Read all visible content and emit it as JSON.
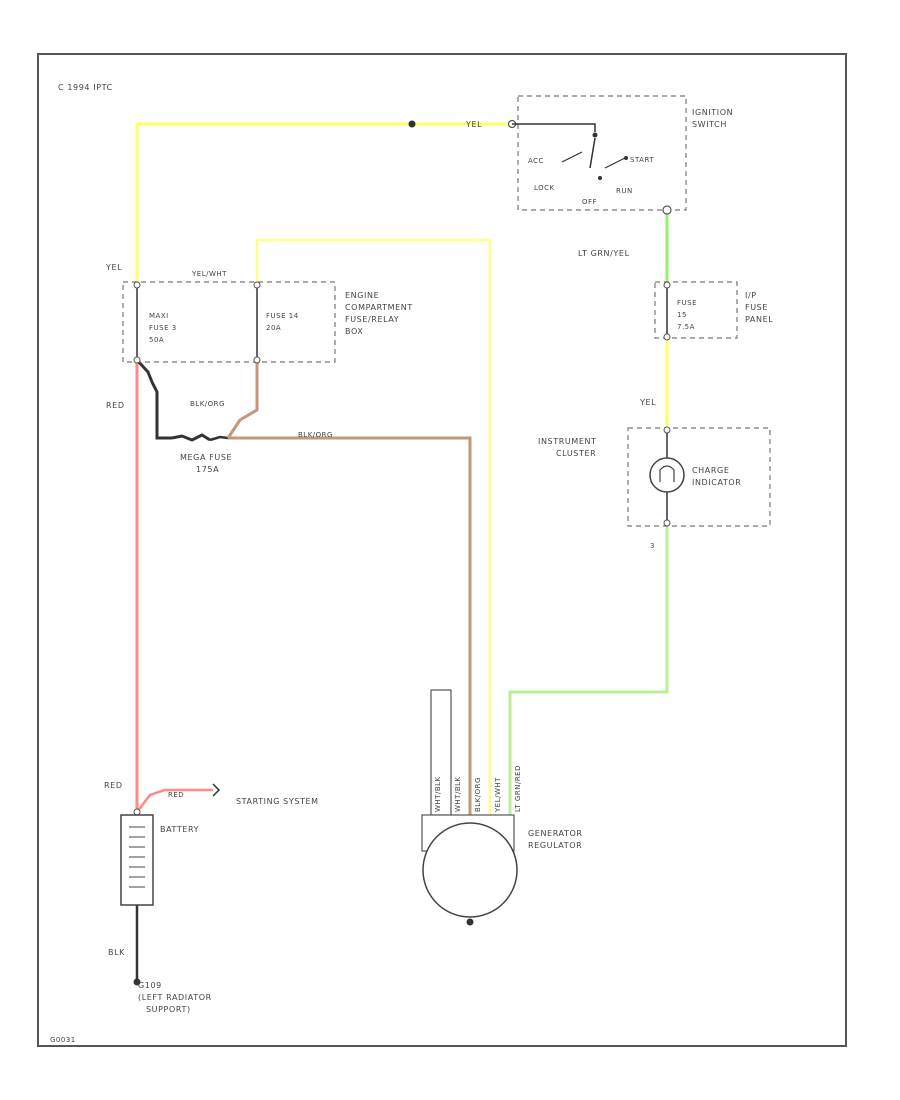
{
  "copyright": "C 1994 IPTC",
  "figure_id": "G0031",
  "components": {
    "ignition_switch": {
      "name_l1": "IGNITION",
      "name_l2": "SWITCH",
      "acc": "ACC",
      "lock": "LOCK",
      "start": "START",
      "run": "RUN",
      "off": "OFF"
    },
    "engine_fuse_box": {
      "name_l1": "ENGINE",
      "name_l2": "COMPARTMENT",
      "name_l3": "FUSE/RELAY",
      "name_l4": "BOX",
      "maxi_fuse_l1": "MAXI",
      "maxi_fuse_l2": "FUSE 3",
      "maxi_fuse_l3": "50A",
      "fuse14_l1": "FUSE 14",
      "fuse14_l2": "20A"
    },
    "ip_fuse_panel": {
      "name_l1": "I/P",
      "name_l2": "FUSE",
      "name_l3": "PANEL",
      "fuse_l1": "FUSE",
      "fuse_l2": "15",
      "fuse_l3": "7.5A"
    },
    "instrument_cluster": {
      "name_l1": "INSTRUMENT",
      "name_l2": "CLUSTER",
      "lamp_l1": "CHARGE",
      "lamp_l2": "INDICATOR",
      "pin": "3"
    },
    "mega_fuse": {
      "name_l1": "MEGA FUSE",
      "name_l2": "175A"
    },
    "battery": {
      "name": "BATTERY"
    },
    "starting_system": {
      "name": "STARTING SYSTEM"
    },
    "ground": {
      "name_l1": "G109",
      "name_l2": "(LEFT RADIATOR",
      "name_l3": "SUPPORT)"
    },
    "generator": {
      "name_l1": "GENERATOR",
      "name_l2": "REGULATOR",
      "pins": [
        "WHT/BLK",
        "WHT/BLK",
        "BLK/ORG",
        "YEL/WHT",
        "LT GRN/RED"
      ]
    }
  },
  "wires": {
    "yel_top": "YEL",
    "yel_left": "YEL",
    "yel_wht": "YEL/WHT",
    "lt_grn_yel": "LT GRN/YEL",
    "yel_cluster": "YEL",
    "red_main": "RED",
    "blk_org_short": "BLK/ORG",
    "blk_org_long": "BLK/ORG",
    "red_batt": "RED",
    "red_start": "RED",
    "blk_ground": "BLK"
  },
  "colors": {
    "yellow": "#ffff66",
    "lt_green": "#99ee77",
    "red": "#ff8888",
    "brown": "#c4967a",
    "black": "#333333"
  }
}
